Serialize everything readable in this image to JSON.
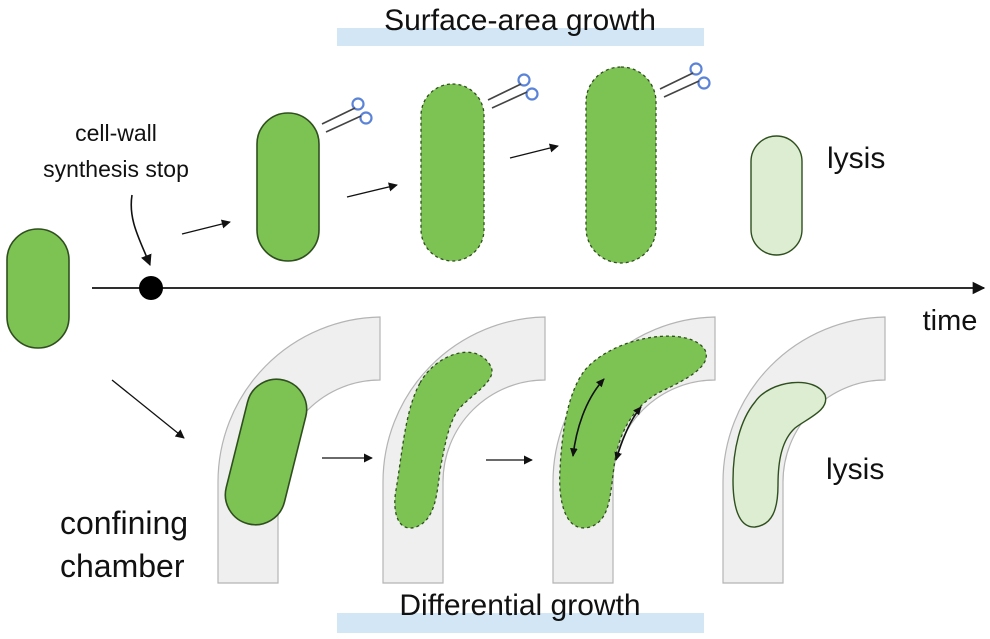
{
  "labels": {
    "top_title": "Surface-area growth",
    "bottom_title": "Differential growth",
    "event_line1": "cell-wall",
    "event_line2": "synthesis stop",
    "top_lysis": "lysis",
    "bottom_lysis": "lysis",
    "time_axis": "time",
    "chamber_line1": "confining",
    "chamber_line2": "chamber"
  },
  "icons": {
    "scissors": "scissors-icon"
  },
  "colors": {
    "cell_fill": "#7dc353",
    "cell_stroke": "#2f4f1e",
    "lysed_fill": "#dcedd2",
    "title_band": "#d3e6f5",
    "chamber_fill": "#efefef",
    "chamber_stroke": "#b4b4b4",
    "scissors_handle": "#5b83d8",
    "scissors_blade": "#444444"
  }
}
